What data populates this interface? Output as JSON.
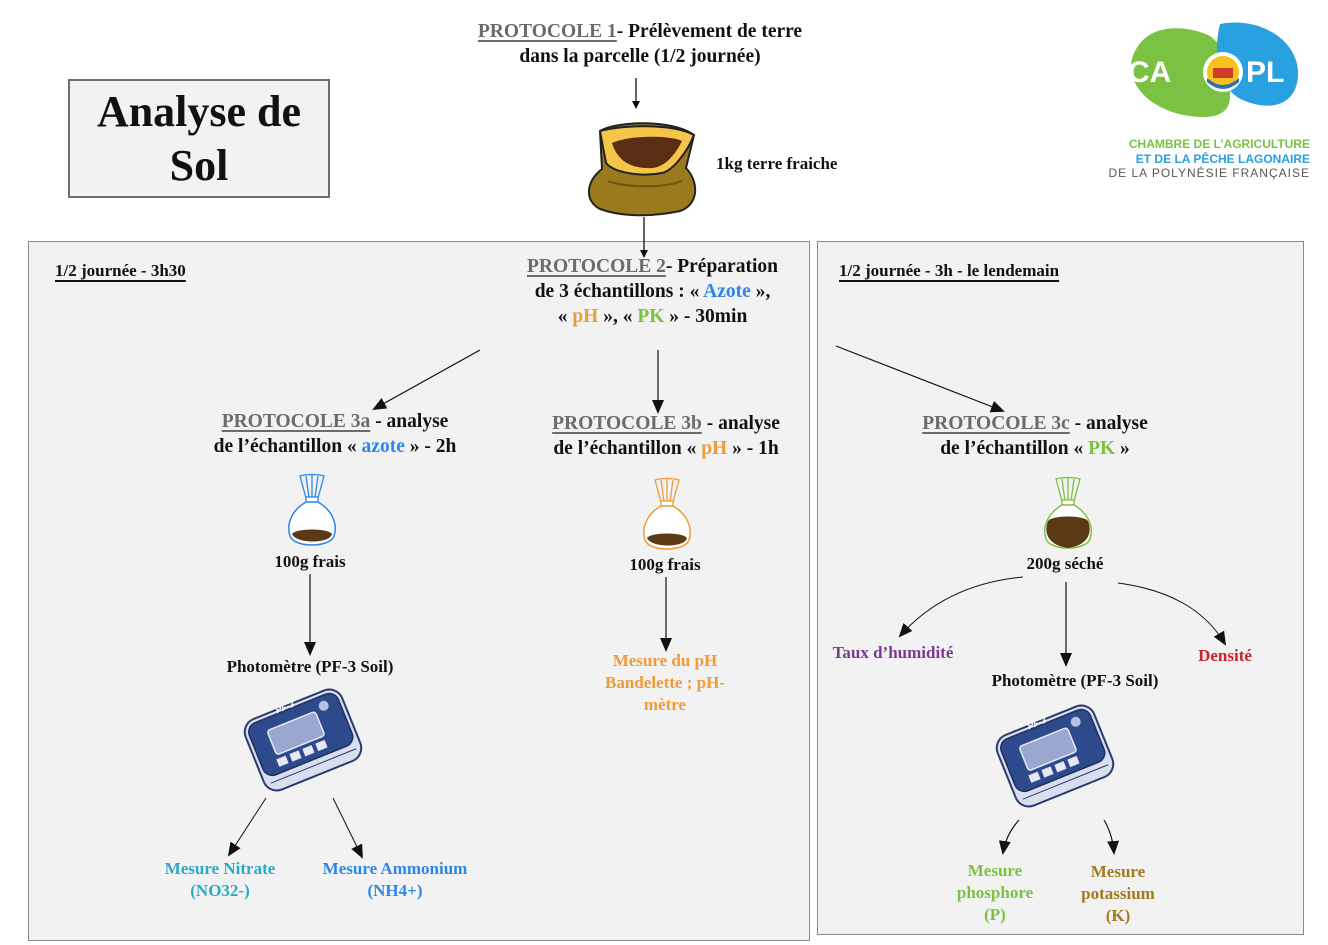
{
  "title": {
    "line1": "Analyse de",
    "line2": "Sol"
  },
  "logo": {
    "left_letters": "CA",
    "right_letters": "PL",
    "line1": "CHAMBRE DE L’AGRICULTURE",
    "line2": "ET DE LA PÊCHE LAGONAIRE",
    "line3": "DE LA POLYNÉSIE FRANÇAISE",
    "colors": {
      "green": "#7cc242",
      "blue": "#29a0e0",
      "grey": "#555555"
    }
  },
  "protocol1": {
    "name": "PROTOCOLE 1",
    "text1": "- Prélèvement de terre",
    "text2": "dans la parcelle (1/2 journée)",
    "quantity": "1kg terre fraiche",
    "icon": "soil-sack-icon"
  },
  "left_panel": {
    "duration": "1/2 journée - 3h30"
  },
  "right_panel": {
    "duration": "1/2 journée - 3h - le lendemain"
  },
  "protocol2": {
    "name": "PROTOCOLE 2",
    "text1": "- Préparation",
    "text2a": "de 3 échantillons : « ",
    "azote": "Azote",
    "text2b": " »,",
    "text3a": "« ",
    "ph": "pH",
    "text3b": " », « ",
    "pk": "PK",
    "text3c": " » - 30min"
  },
  "protocol3a": {
    "name": "PROTOCOLE 3a",
    "text1": " - analyse",
    "text2a": "de l’échantillon « ",
    "sample": "azote",
    "text2b": " » - 2h",
    "quantity": "100g frais",
    "instrument": "Photomètre (PF-3 Soil)",
    "device_label": "PF-3",
    "measure1_line1": "Mesure Nitrate",
    "measure1_line2": "(NO32-)",
    "measure2_line1": "Mesure Ammonium",
    "measure2_line2": "(NH4+)"
  },
  "protocol3b": {
    "name": "PROTOCOLE 3b",
    "text1": " - analyse",
    "text2a": "de l’échantillon « ",
    "sample": "pH",
    "text2b": " » - 1h",
    "quantity": "100g frais",
    "measure_line1": "Mesure du pH",
    "measure_line2": "Bandelette ; pH-",
    "measure_line3": "mètre"
  },
  "protocol3c": {
    "name": "PROTOCOLE 3c",
    "text1": " - analyse",
    "text2a": "de l’échantillon « ",
    "sample": "PK",
    "text2b": " »",
    "quantity": "200g séché",
    "humidity": "Taux d’humidité",
    "density": "Densité",
    "instrument": "Photomètre (PF-3 Soil)",
    "device_label": "PF-3",
    "measure1_line1": "Mesure",
    "measure1_line2": "phosphore",
    "measure1_line3": "(P)",
    "measure2_line1": "Mesure",
    "measure2_line2": "potassium",
    "measure2_line3": "(K)"
  }
}
